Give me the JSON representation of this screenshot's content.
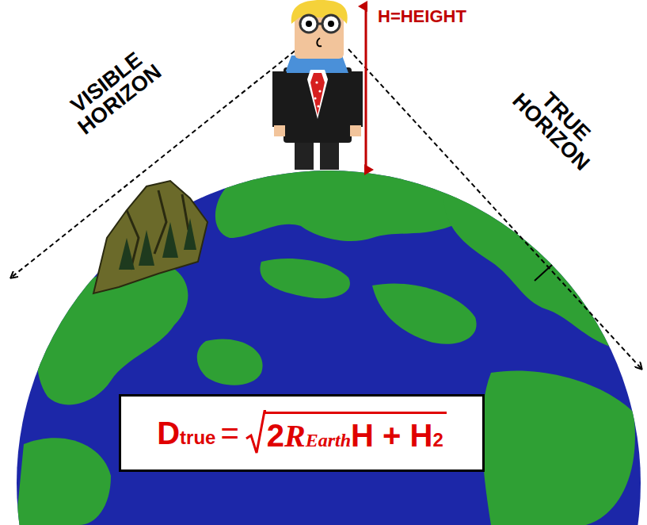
{
  "diagram": {
    "nodes": [
      {
        "text": [
          "D",
          "true",
          "=",
          "2",
          "R",
          "Earth",
          "H + H",
          "2"
        ]
      }
    ],
    "labels": [
      "VISIBLE HORIZON",
      "TRUE HORIZON",
      "H=HEIGHT"
    ]
  }
}
